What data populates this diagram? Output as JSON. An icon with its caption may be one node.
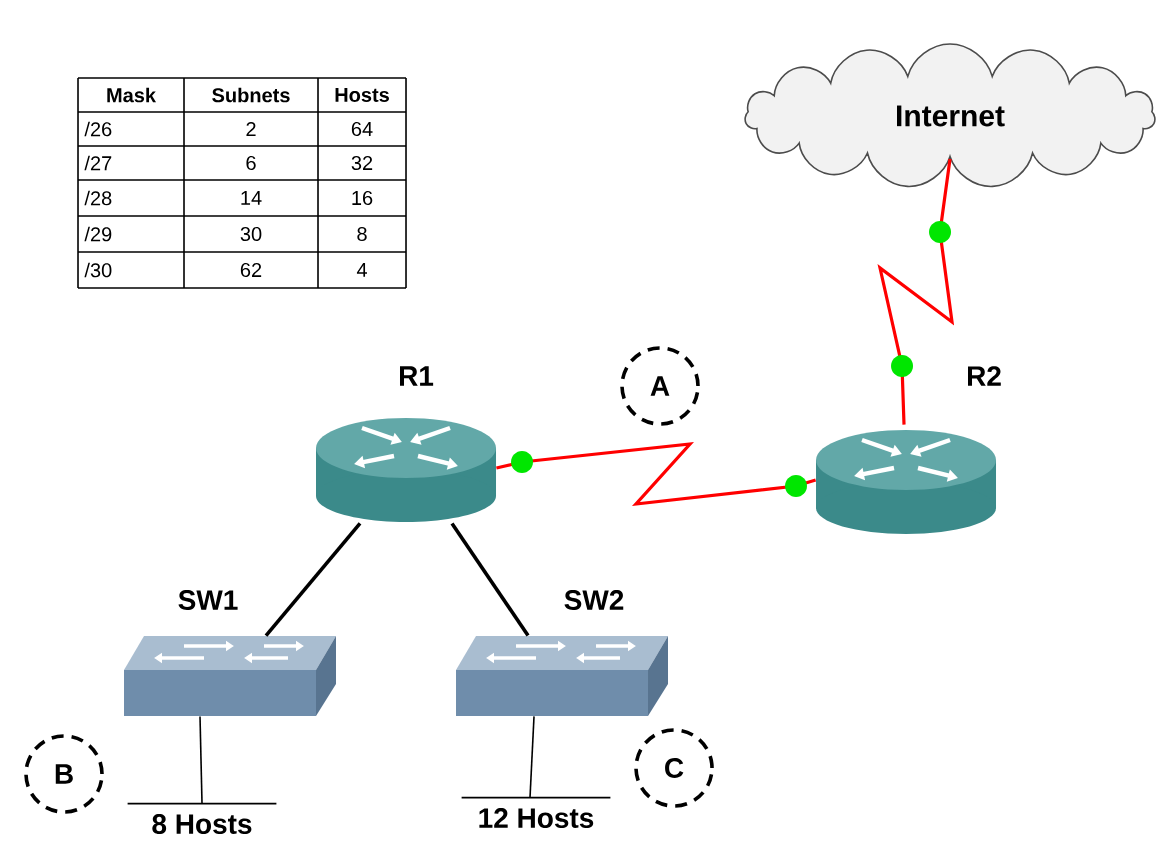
{
  "diagram": {
    "nodes": [
      {
        "text": [
          "Internet"
        ]
      },
      {
        "text": [
          "R1"
        ]
      },
      {
        "text": [
          "R2"
        ]
      },
      {
        "text": [
          "SW1"
        ]
      },
      {
        "text": [
          "SW2"
        ]
      },
      {
        "text": [
          "8 Hosts"
        ]
      },
      {
        "text": [
          "12 Hosts"
        ]
      },
      {
        "text": [
          "A"
        ]
      },
      {
        "text": [
          "B"
        ]
      },
      {
        "text": [
          "C"
        ]
      }
    ],
    "edges": [
      {
        "from": 1,
        "to": 2,
        "arrow": "none",
        "color": "#ff0000"
      },
      {
        "from": 2,
        "to": 0,
        "arrow": "none",
        "color": "#ff0000"
      },
      {
        "from": 1,
        "to": 3,
        "arrow": "none"
      },
      {
        "from": 1,
        "to": 4,
        "arrow": "none"
      },
      {
        "from": 3,
        "to": 5,
        "arrow": "none"
      },
      {
        "from": 4,
        "to": 6,
        "arrow": "none"
      }
    ],
    "labels": [
      "Mask",
      "Subnets",
      "Hosts",
      "/26",
      "2",
      "64",
      "/27",
      "6",
      "32",
      "/28",
      "14",
      "16",
      "/29",
      "30",
      "8",
      "/30",
      "62",
      "4"
    ]
  }
}
